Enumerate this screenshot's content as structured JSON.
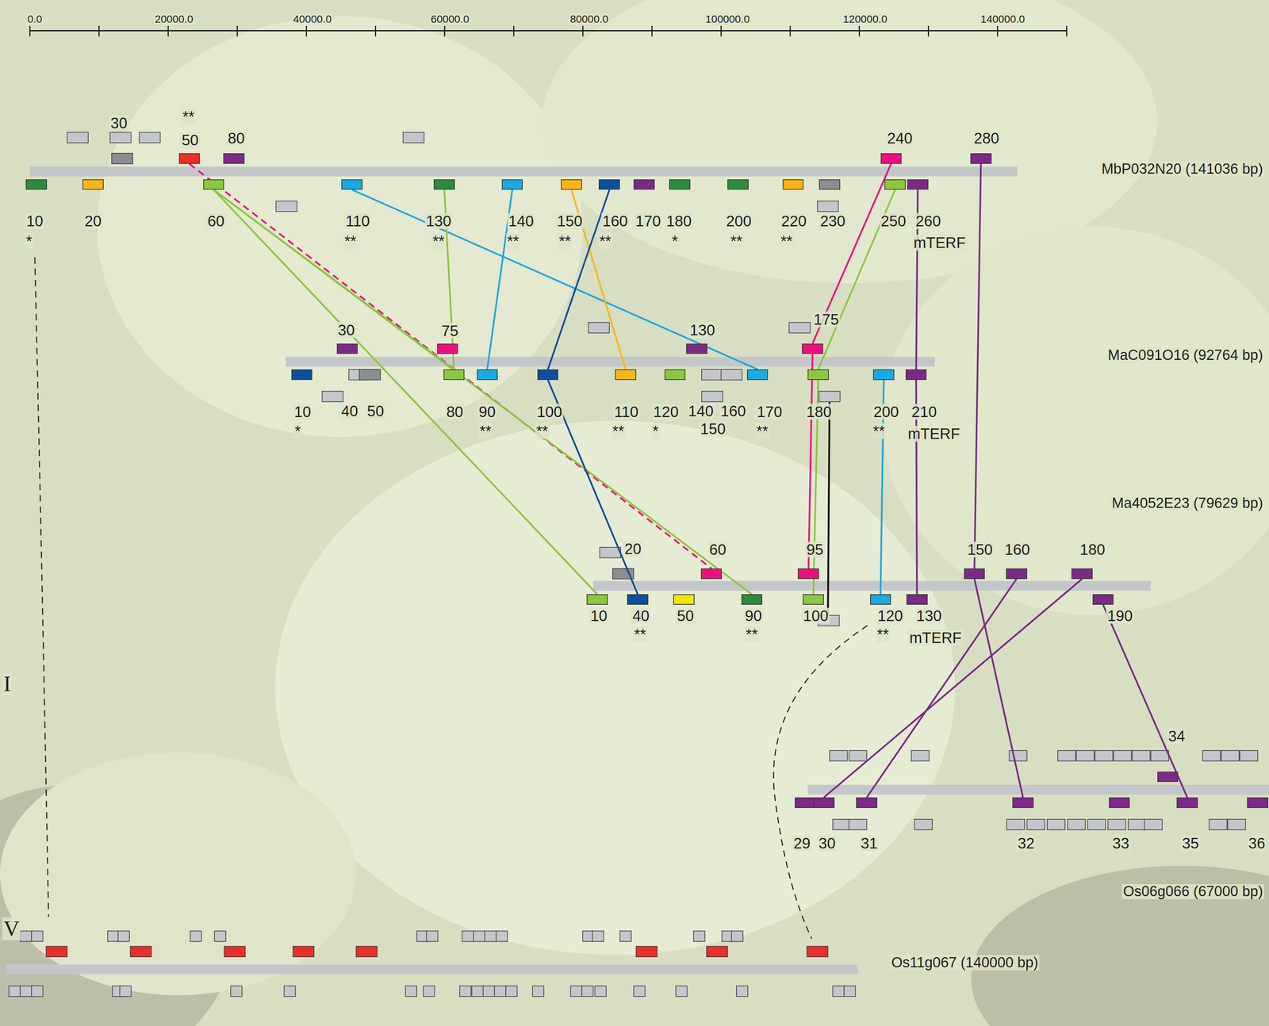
{
  "diagram": {
    "nodes": [
      {
        "text": [
          "50",
          "**"
        ]
      },
      {
        "text": [
          "80"
        ]
      },
      {
        "text": [
          "240"
        ]
      },
      {
        "text": [
          "280"
        ]
      },
      {
        "text": [
          "10",
          "*"
        ]
      },
      {
        "text": [
          "20"
        ]
      },
      {
        "text": [
          "60"
        ]
      },
      {
        "text": [
          "110",
          "**"
        ]
      },
      {
        "text": [
          "130",
          "**"
        ]
      },
      {
        "text": [
          "140",
          "**"
        ]
      },
      {
        "text": [
          "150",
          "**"
        ]
      },
      {
        "text": [
          "160",
          "**"
        ]
      },
      {
        "text": [
          "170"
        ]
      },
      {
        "text": [
          "180",
          "*"
        ]
      },
      {
        "text": [
          "200",
          "**"
        ]
      },
      {
        "text": [
          "220",
          "**"
        ]
      },
      {
        "text": [
          "230"
        ]
      },
      {
        "text": [
          "250"
        ]
      },
      {
        "text": [
          "260",
          "mTERF"
        ]
      },
      {
        "text": [
          "30"
        ]
      },
      {
        "text": [
          "75"
        ]
      },
      {
        "text": [
          "130"
        ]
      },
      {
        "text": [
          "175"
        ]
      },
      {
        "text": [
          "10",
          "*"
        ]
      },
      {
        "text": [
          "80"
        ]
      },
      {
        "text": [
          "90",
          "**"
        ]
      },
      {
        "text": [
          "100",
          "**"
        ]
      },
      {
        "text": [
          "110",
          "**"
        ]
      },
      {
        "text": [
          "120",
          "*"
        ]
      },
      {
        "text": [
          "170",
          "**"
        ]
      },
      {
        "text": [
          "180"
        ]
      },
      {
        "text": [
          "200",
          "**"
        ]
      },
      {
        "text": [
          "210",
          "mTERF"
        ]
      },
      {
        "text": [
          "60"
        ]
      },
      {
        "text": [
          "95"
        ]
      },
      {
        "text": [
          "150"
        ]
      },
      {
        "text": [
          "160"
        ]
      },
      {
        "text": [
          "180"
        ]
      },
      {
        "text": [
          "10"
        ]
      },
      {
        "text": [
          "40",
          "**"
        ]
      },
      {
        "text": [
          "50"
        ]
      },
      {
        "text": [
          "90",
          "**"
        ]
      },
      {
        "text": [
          "100"
        ]
      },
      {
        "text": [
          "120",
          "**"
        ]
      },
      {
        "text": [
          "130",
          "mTERF"
        ]
      },
      {
        "text": [
          "190"
        ]
      },
      {
        "text": [
          "34"
        ]
      },
      {
        "text": [
          "29"
        ]
      },
      {
        "text": [
          "30"
        ]
      },
      {
        "text": [
          "31"
        ]
      },
      {
        "text": [
          "32"
        ]
      },
      {
        "text": [
          "33"
        ]
      },
      {
        "text": [
          "35"
        ]
      },
      {
        "text": [
          "36"
        ]
      }
    ],
    "edges": [
      {
        "from": 0,
        "to": 33,
        "arrow": "none"
      },
      {
        "from": 6,
        "to": 24,
        "arrow": "none"
      },
      {
        "from": 6,
        "to": 38,
        "arrow": "none"
      },
      {
        "from": 6,
        "to": 41,
        "arrow": "none"
      },
      {
        "from": 7,
        "to": 29,
        "arrow": "none"
      },
      {
        "from": 8,
        "to": 24,
        "arrow": "none"
      },
      {
        "from": 9,
        "to": 25,
        "arrow": "none"
      },
      {
        "from": 10,
        "to": 27,
        "arrow": "none"
      },
      {
        "from": 11,
        "to": 26,
        "arrow": "none"
      },
      {
        "from": 2,
        "to": 22,
        "arrow": "none"
      },
      {
        "from": 17,
        "to": 30,
        "arrow": "none"
      },
      {
        "from": 18,
        "to": 32,
        "arrow": "none"
      },
      {
        "from": 3,
        "to": 35,
        "arrow": "none"
      },
      {
        "from": 26,
        "to": 39,
        "arrow": "none"
      },
      {
        "from": 22,
        "to": 34,
        "arrow": "none"
      },
      {
        "from": 30,
        "to": 42,
        "arrow": "none"
      },
      {
        "from": 31,
        "to": 43,
        "arrow": "none"
      },
      {
        "from": 32,
        "to": 44,
        "arrow": "none"
      },
      {
        "from": 35,
        "to": 50,
        "arrow": "none"
      },
      {
        "from": 36,
        "to": 49,
        "arrow": "none"
      },
      {
        "from": 37,
        "to": 48,
        "arrow": "none"
      },
      {
        "from": 45,
        "to": 52,
        "arrow": "none"
      }
    ],
    "labels": [
      "0.0",
      "20000.0",
      "40000.0",
      "60000.0",
      "80000.0",
      "100000.0",
      "120000.0",
      "140000.0",
      "30",
      "MbP032N20 (141036 bp)",
      "40",
      "50",
      "140",
      "160",
      "150",
      "MaC091O16 (92764 bp)",
      "Ma4052E23 (79629 bp)",
      "20",
      "I",
      "V",
      "Os06g066 (67000 bp)",
      "Os11g067 (140000 bp)"
    ]
  }
}
